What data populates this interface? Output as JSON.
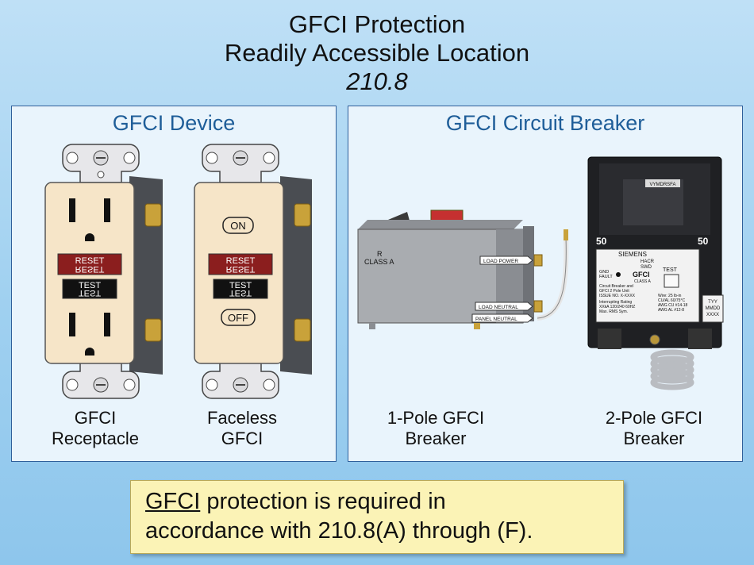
{
  "header": {
    "line1": "GFCI Protection",
    "line2": "Readily Accessible Location",
    "line3": "210.8"
  },
  "left_panel": {
    "title": "GFCI Device",
    "receptacle": {
      "caption_line1": "GFCI",
      "caption_line2": "Receptacle",
      "reset_label": "RESET",
      "test_label": "TEST"
    },
    "faceless": {
      "caption_line1": "Faceless",
      "caption_line2": "GFCI",
      "on_label": "ON",
      "off_label": "OFF",
      "reset_label": "RESET",
      "test_label": "TEST"
    }
  },
  "right_panel": {
    "title": "GFCI Circuit Breaker",
    "one_pole": {
      "caption_line1": "1-Pole GFCI",
      "caption_line2": "Breaker",
      "label_r": "R",
      "label_class": "CLASS A",
      "load_power": "LOAD POWER",
      "load_neutral": "LOAD NEUTRAL",
      "panel_neutral": "PANEL NEUTRAL"
    },
    "two_pole": {
      "caption_line1": "2-Pole GFCI",
      "caption_line2": "Breaker",
      "model": "VYMDRSFA",
      "rating_left": "50",
      "rating_right": "50",
      "brand": "SIEMENS",
      "hacr": "HACR",
      "swd": "SWD",
      "gfci": "GFCI",
      "class_a": "CLASS A",
      "gnd_fault": "GND",
      "fault": "FAULT",
      "test": "TEST",
      "desc1": "Circuit Breaker and",
      "desc2": "GFCI    2 Pole Unit",
      "issue": "ISSUE NO. X-XXXX",
      "interrupting": "Interrupting Rating",
      "rating_line": "XXkA 120/240 60HZ",
      "rms": "Max. RMS Sym.",
      "wire1": "Wire:  25 lb-in",
      "wire2": "CU/AL 60/75°C",
      "wire3": "AWG CU #14-18",
      "wire4": "AWG AL #12-8",
      "date1": "TYY",
      "date2": "MMDD",
      "date3": "XXXX"
    }
  },
  "note": {
    "term": "GFCI",
    "line1_rest": " protection is required in",
    "line2": "accordance with 210.8(A) through (F)."
  }
}
